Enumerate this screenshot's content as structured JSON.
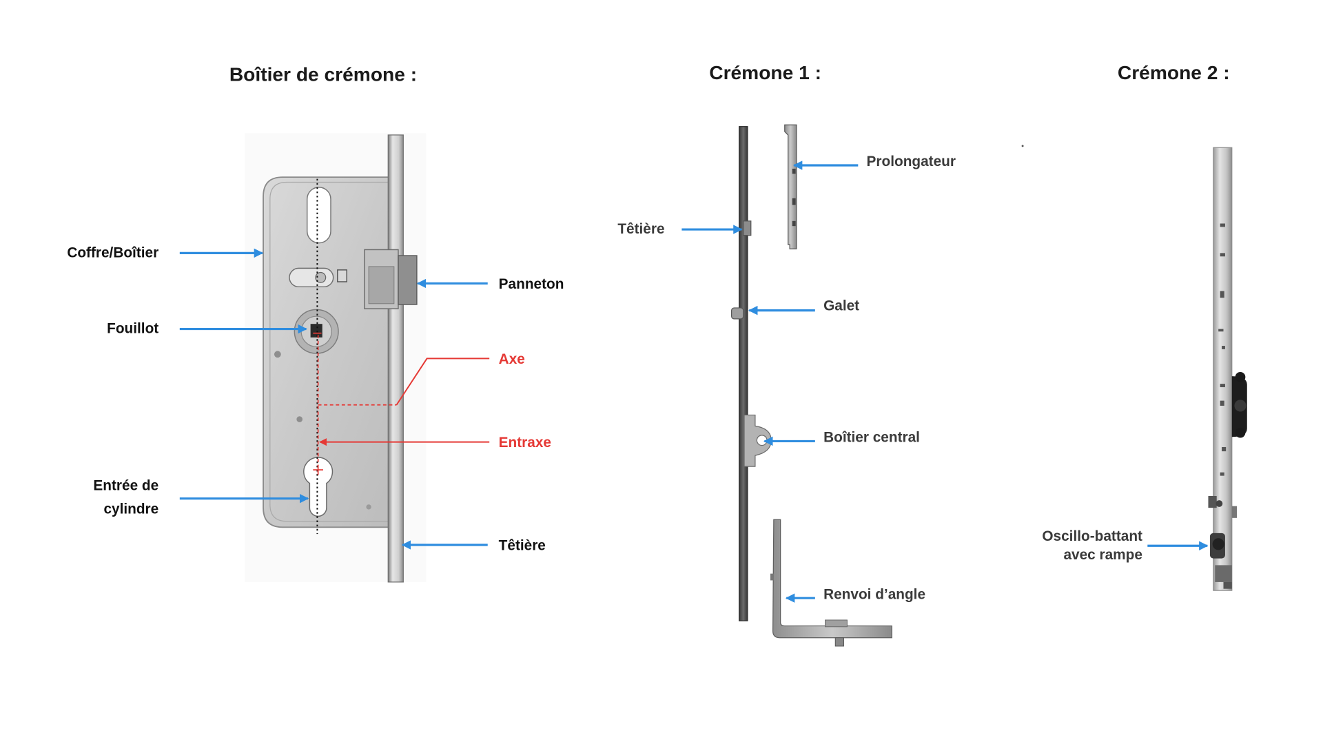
{
  "lock_case": {
    "title": "Boîtier de crémone :",
    "coffre_label": "Coffre/Boîtier",
    "fouillot_label": "Fouillot",
    "entree_label_line1": "Entrée de",
    "entree_label_line2": "cylindre",
    "panneton_label": "Panneton",
    "axe_label": "Axe",
    "entraxe_label": "Entraxe",
    "tetiere_label": "Têtière"
  },
  "cremone_1": {
    "title": "Crémone 1 :",
    "prolongateur_label": "Prolongateur",
    "tetiere_label": "Têtière",
    "galet_label": "Galet",
    "boitier_central_label": "Boîtier central",
    "renvoi_angle_label": "Renvoi d’angle"
  },
  "cremone_2": {
    "title": "Crémone 2 :",
    "oscillo_label_line1": "Oscillo-battant",
    "oscillo_label_line2": "avec rampe"
  },
  "colors": {
    "pointer_arrow": "#2f8ddf",
    "measurement": "#e53935",
    "label_text": "#111111",
    "part_label_text": "#3a3a3a"
  }
}
